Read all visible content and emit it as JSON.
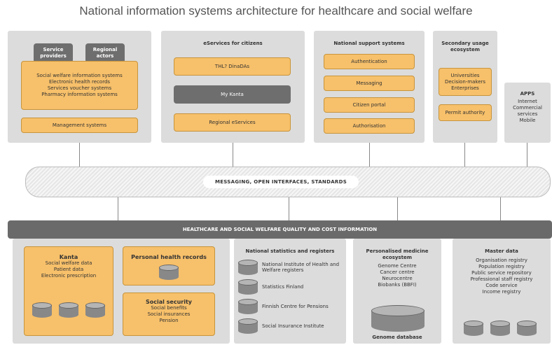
{
  "title": "National information systems architecture for healthcare and social welfare",
  "top": {
    "service_providers": "Service providers",
    "regional_actors": "Regional actors",
    "info_systems": [
      "Social welfare information systems",
      "Electronic health records",
      "Services voucher systems",
      "Pharmacy information systems"
    ],
    "management": "Management systems",
    "eservices_title": "eServices for citizens",
    "eservices": [
      "THL? DinaDAs",
      "My Kanta",
      "Regional eServices"
    ],
    "support_title": "National support systems",
    "support": [
      "Authentication",
      "Messaging",
      "Citizen portal",
      "Authorisation"
    ],
    "secondary_title": "Secondary usage ecosystem",
    "secondary": [
      "Universities Decision-makers Enterprises",
      "Permit authority"
    ],
    "apps_title": "APPS",
    "apps": [
      "Internet",
      "Commercial services",
      "Mobile"
    ]
  },
  "messaging_band": "MESSAGING, OPEN INTERFACES, STANDARDS",
  "quality_bar": "HEALTHCARE AND SOCIAL WELFARE QUALITY AND COST INFORMATION",
  "bottom": {
    "kanta_title": "Kanta",
    "kanta_items": [
      "Social welfare data",
      "Patient data",
      "Electronic prescription"
    ],
    "phr_title": "Personal health records",
    "social_title": "Social security",
    "social_items": [
      "Social benefits",
      "Social insurances",
      "Pension"
    ],
    "stats_title": "National statistics and registers",
    "stats_items": [
      "National Institute of Health and Welfare registers",
      "Statistics Finland",
      "Finnish Centre for Pensions",
      "Social Insurance Institute"
    ],
    "pm_title": "Personalised medicine ecosystem",
    "pm_items": [
      "Genome Centre",
      "Cancer centre",
      "Neurocentre",
      "Biobanks (BBFI)"
    ],
    "genome_db": "Genome database",
    "master_title": "Master data",
    "master_items": [
      "Organisation registry",
      "Population registry",
      "Public service repository",
      "Professional staff registry",
      "Code service",
      "Income registry"
    ]
  }
}
